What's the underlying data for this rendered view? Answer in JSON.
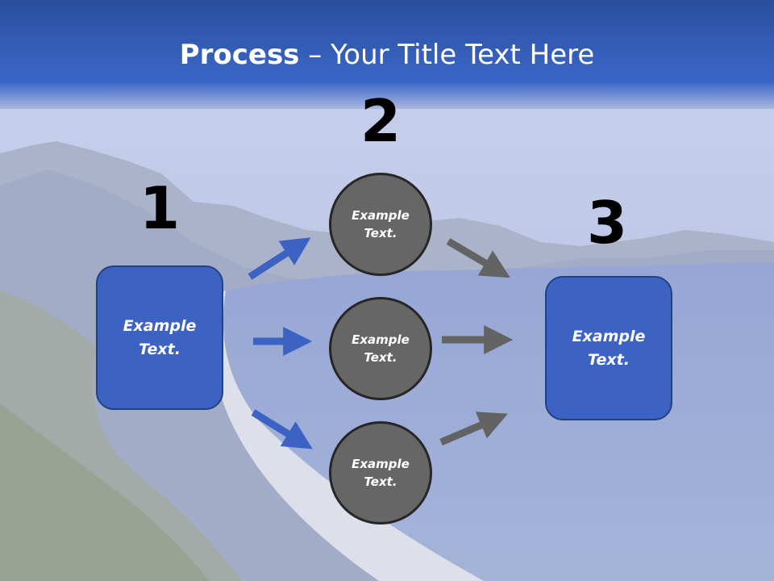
{
  "title": {
    "bold": "Process",
    "rest": " – Your Title Text Here"
  },
  "steps": [
    {
      "number": "1"
    },
    {
      "number": "2"
    },
    {
      "number": "3"
    }
  ],
  "start_box": {
    "text": "Example Text."
  },
  "end_box": {
    "text": "Example Text."
  },
  "circles": [
    {
      "text": "Example Text."
    },
    {
      "text": "Example Text."
    },
    {
      "text": "Example Text."
    }
  ],
  "colors": {
    "box_fill": "#3c62c4",
    "circle_fill": "#666666",
    "arrow_blue": "#3c62c4",
    "arrow_gray": "#636363"
  }
}
